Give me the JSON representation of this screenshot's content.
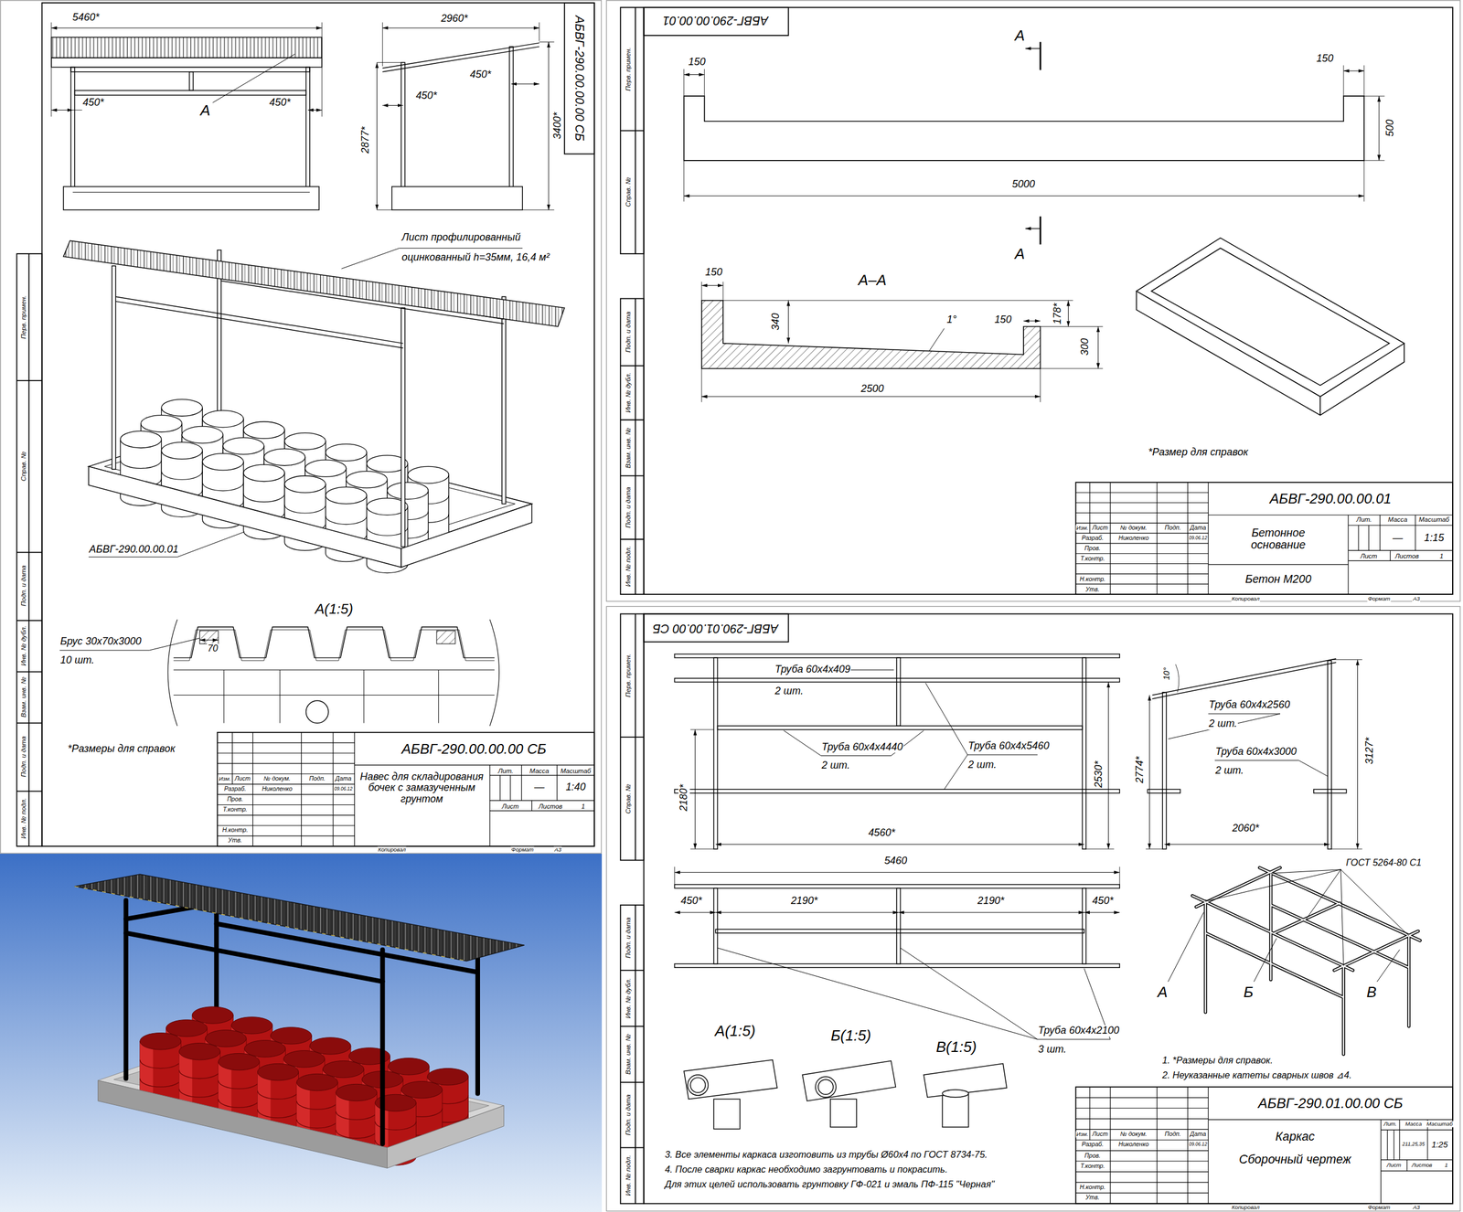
{
  "diagram": {
    "labels": [
      "АБВГ-290.00.00.00 СБ",
      "5460*",
      "2960*",
      "450*",
      "А",
      "450*",
      "450*",
      "450*",
      "2877*",
      "3400*",
      "Лист профилированный",
      "оцинкованный h=35мм, 16,4 м²",
      "АБВГ-290.00.00.01",
      "А(1:5)",
      "Брус 30х70х3000",
      "10 шт.",
      "70",
      "*Размеры для справок",
      "Изм.",
      "Лист",
      "№ докум.",
      "Подп.",
      "Дата",
      "Разраб.",
      "Николенко",
      "09.06.12",
      "Пров.",
      "Т.контр.",
      "Н.контр.",
      "Утв.",
      "АБВГ-290.00.00.00 СБ",
      "Навес для складирования бочек с замазученным грунтом",
      "Лит.",
      "Масса",
      "Масштаб",
      "—",
      "1:40",
      "Лист",
      "Листов",
      "1",
      "Копировал",
      "Формат",
      "А3",
      "Перв. примен.",
      "Справ. №",
      "Подп. и дата",
      "Инв. № дубл.",
      "Взам. инв. №",
      "Подп. и дата",
      "Инв. № подл.",
      "АБВГ-290.00.00.01",
      "А",
      "150",
      "150",
      "500",
      "5000",
      "А",
      "А–А",
      "150",
      "340",
      "1°",
      "150",
      "178*",
      "300",
      "2500",
      "*Размер для справок",
      "Изм.",
      "Лист",
      "№ докум.",
      "Подп.",
      "Дата",
      "Разраб.",
      "Николенко",
      "09.06.12",
      "Пров.",
      "Т.контр.",
      "Н.контр.",
      "Утв.",
      "АБВГ-290.00.00.01",
      "Бетонное основание",
      "Бетон М200",
      "Лит.",
      "Масса",
      "Масштаб",
      "—",
      "1:15",
      "Лист",
      "Листов",
      "1",
      "Копировал",
      "Формат",
      "А3",
      "Перв. примен.",
      "Справ. №",
      "Подп. и дата",
      "Инв. № дубл.",
      "Взам. инв. №",
      "Подп. и дата",
      "Инв. № подл.",
      "АБВГ-290.01.00.00 СБ",
      "Труба 60х4х409",
      "2 шт.",
      "Труба 60х4х4440",
      "2 шт.",
      "Труба 60х4х5460",
      "2 шт.",
      "2180*",
      "2530*",
      "4560*",
      "5460",
      "450*",
      "2190*",
      "2190*",
      "450*",
      "10°",
      "2774*",
      "Труба 60х4х2560",
      "2 шт.",
      "Труба 60х4х3000",
      "2 шт.",
      "3127*",
      "2060*",
      "ГОСТ 5264-80 С1",
      "А",
      "Б",
      "В",
      "Труба 60х4х2100",
      "3 шт.",
      "А(1:5)",
      "Б(1:5)",
      "В(1:5)",
      "1. *Размеры для справок.",
      "2. Неуказанные катеты сварных швов ⊿4.",
      "3. Все элементы каркаса изготовить из трубы Ø60х4 по ГОСТ 8734-75.",
      "4. После сварки каркас необходимо загрунтовать и покрасить.",
      "Для этих целей использовать грунтовку ГФ-021 и эмаль ПФ-115 \"Черная\"",
      "Изм.",
      "Лист",
      "№ докум.",
      "Подп.",
      "Дата",
      "Разраб.",
      "Николенко",
      "09.06.12",
      "Пров.",
      "Т.контр.",
      "Н.контр.",
      "Утв.",
      "АБВГ-290.01.00.00 СБ",
      "Каркас",
      "Сборочный чертеж",
      "Лит.",
      "Масса",
      "Масштаб",
      "211,25,35",
      "1:25",
      "Лист",
      "Листов",
      "1",
      "Копировал",
      "Формат",
      "А3",
      "Перв. примен.",
      "Справ. №",
      "Подп. и дата",
      "Инв. № дубл.",
      "Взам. инв. №",
      "Подп. и дата",
      "Инв. № подл."
    ]
  }
}
